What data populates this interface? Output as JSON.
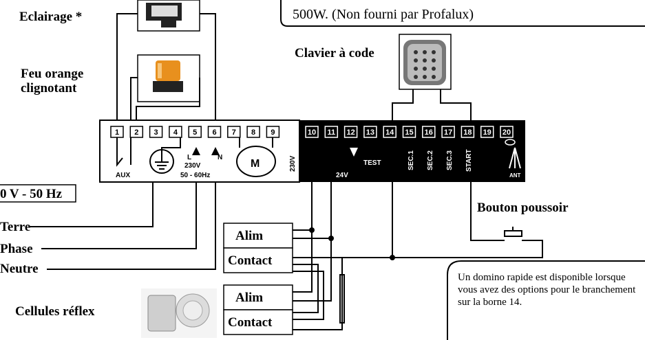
{
  "labels": {
    "eclairage": "Eclairage *",
    "feu": "Feu orange\nclignotant",
    "clavier": "Clavier à code",
    "voltage": "0 V - 50 Hz",
    "terre": "Terre",
    "phase": "Phase",
    "neutre": "Neutre",
    "cellules": "Cellules réflex",
    "bouton": "Bouton poussoir",
    "alim1": "Alim",
    "contact1": "Contact",
    "alim2": "Alim",
    "contact2": "Contact"
  },
  "notes": {
    "top": "500W. (Non fourni par Profalux)",
    "domino": "Un domino rapide est disponible lorsque vous avez des options pour le branchement sur la borne 14."
  },
  "terminals_left": [
    "1",
    "2",
    "3",
    "4",
    "5",
    "6",
    "7",
    "8",
    "9"
  ],
  "terminals_right": [
    "10",
    "11",
    "12",
    "13",
    "14",
    "15",
    "16",
    "17",
    "18",
    "19",
    "20"
  ],
  "board_labels": {
    "aux": "AUX",
    "freq": "50 - 60Hz",
    "l": "L",
    "n": "N",
    "v230": "230V",
    "v230_vertical": "230V",
    "motor": "M",
    "v24": "24V",
    "test": "TEST",
    "sec1": "SEC.1",
    "sec2": "SEC.2",
    "sec3": "SEC.3",
    "start": "START",
    "ant": "ANT"
  },
  "colors": {
    "lamp": "#e8901e",
    "board": "#000000"
  }
}
